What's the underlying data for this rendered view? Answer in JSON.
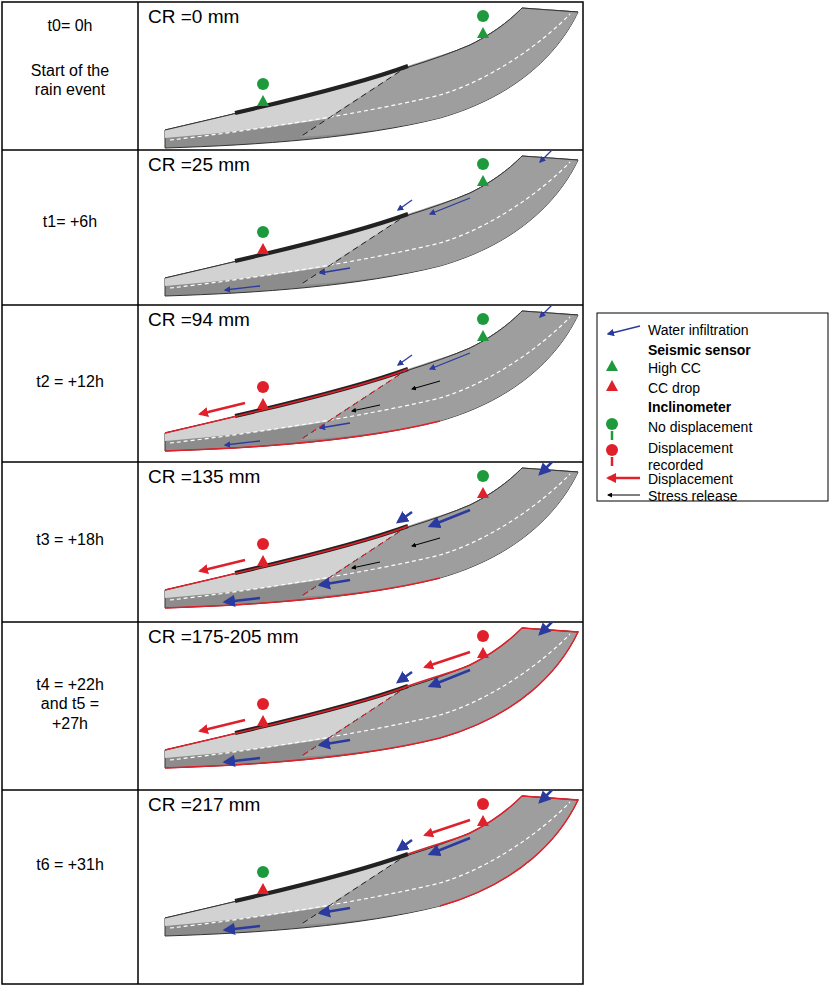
{
  "diagram": {
    "labels": [
      "t0= 0h",
      "Start of the rain event",
      "CR =0 mm",
      "t1= +6h",
      "CR =25 mm",
      "t2 = +12h",
      "CR =94 mm",
      "t3 = +18h",
      "CR =135 mm",
      "t4 = +22h and t5 = +27h",
      "CR =175-205 mm",
      "t6 = +31h",
      "CR =217 mm",
      "Seismic sensor",
      "Inclinometer"
    ],
    "legend": [
      {
        "text": "Water infiltration"
      },
      {
        "text": "High CC"
      },
      {
        "text": "CC drop"
      },
      {
        "text": "No displacement"
      },
      {
        "text": "Displacement recorded"
      },
      {
        "text": "Displacement"
      },
      {
        "text": "Stress release"
      }
    ]
  }
}
